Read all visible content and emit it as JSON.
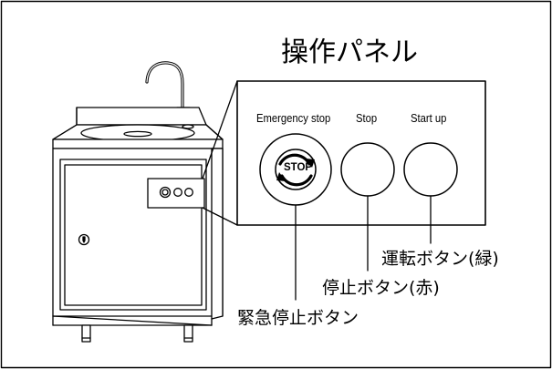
{
  "panel": {
    "title": "操作パネル",
    "buttons": {
      "emergency_stop": "Emergency stop",
      "stop": "Stop",
      "start_up": "Start up"
    },
    "emergency_button_text": "STOP"
  },
  "callouts": {
    "start_button": "運転ボタン(緑)",
    "stop_button": "停止ボタン(赤)",
    "emergency_stop_button": "緊急停止ボタン"
  }
}
